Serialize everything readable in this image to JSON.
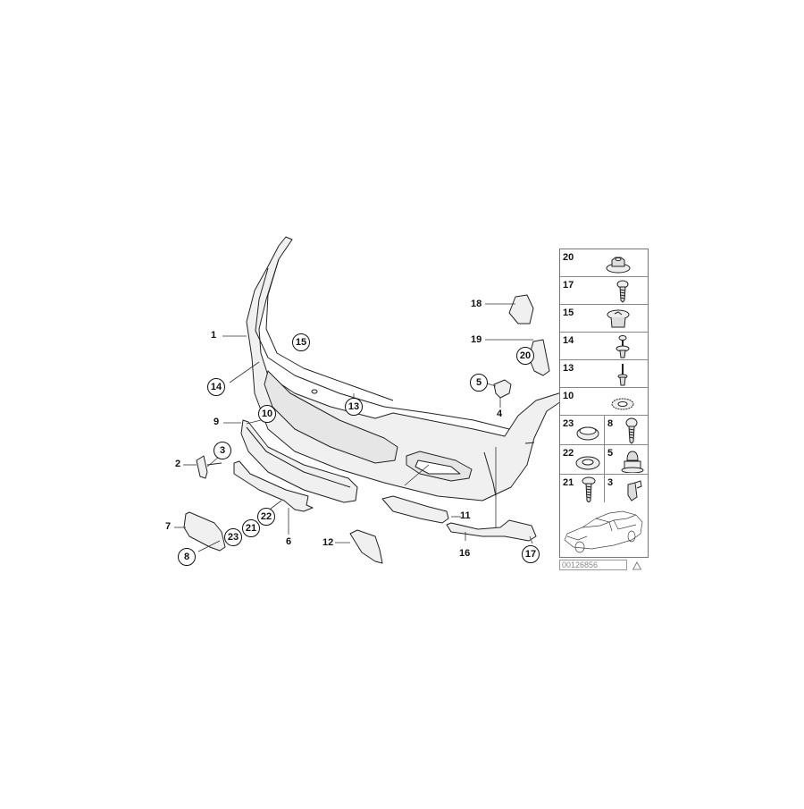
{
  "diagram": {
    "title": "Front bumper trim panel parts diagram",
    "document_id": "00126856",
    "warning_icon": "warning-triangle-icon",
    "callouts": [
      {
        "num": "1",
        "style": "plain"
      },
      {
        "num": "2",
        "style": "plain"
      },
      {
        "num": "3",
        "style": "circled"
      },
      {
        "num": "4",
        "style": "plain"
      },
      {
        "num": "5",
        "style": "circled"
      },
      {
        "num": "6",
        "style": "plain"
      },
      {
        "num": "7",
        "style": "plain"
      },
      {
        "num": "8",
        "style": "circled"
      },
      {
        "num": "9",
        "style": "plain"
      },
      {
        "num": "10",
        "style": "circled"
      },
      {
        "num": "11",
        "style": "plain"
      },
      {
        "num": "12",
        "style": "plain"
      },
      {
        "num": "13",
        "style": "circled"
      },
      {
        "num": "14",
        "style": "circled"
      },
      {
        "num": "15",
        "style": "circled"
      },
      {
        "num": "16",
        "style": "plain"
      },
      {
        "num": "17",
        "style": "circled"
      },
      {
        "num": "18",
        "style": "plain"
      },
      {
        "num": "19",
        "style": "plain"
      },
      {
        "num": "20",
        "style": "circled"
      },
      {
        "num": "21",
        "style": "circled"
      },
      {
        "num": "22",
        "style": "circled"
      },
      {
        "num": "23",
        "style": "circled"
      }
    ]
  },
  "legend": {
    "single_column": [
      {
        "num": "20",
        "part": "hex-nut-with-washer"
      },
      {
        "num": "17",
        "part": "screw"
      },
      {
        "num": "15",
        "part": "expanding-rivet-clip"
      },
      {
        "num": "14",
        "part": "expanding-rivet"
      },
      {
        "num": "13",
        "part": "pin-rivet"
      },
      {
        "num": "10",
        "part": "lock-washer"
      }
    ],
    "two_column": [
      {
        "left": {
          "num": "23",
          "part": "cap"
        },
        "right": {
          "num": "8",
          "part": "screw"
        }
      },
      {
        "left": {
          "num": "22",
          "part": "washer"
        },
        "right": {
          "num": "5",
          "part": "cap-nut"
        }
      },
      {
        "left": {
          "num": "21",
          "part": "screw"
        },
        "right": {
          "num": "3",
          "part": "clip"
        }
      }
    ],
    "thumbnail": "car-thumbnail"
  },
  "colors": {
    "line": "#111111",
    "part_fill": "#eeeeee",
    "border": "#777777",
    "doc_id_text": "#888888"
  }
}
